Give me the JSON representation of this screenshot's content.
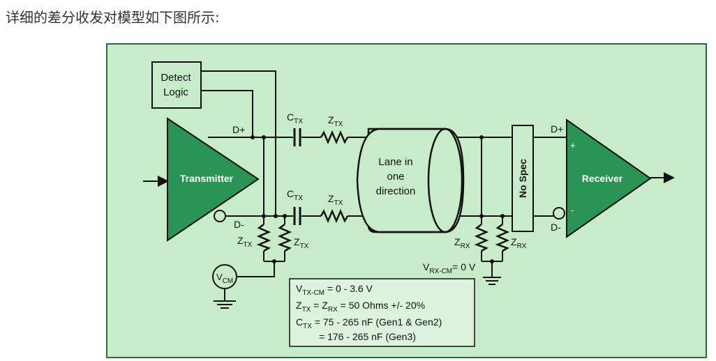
{
  "intro_text": "详细的差分收发对模型如下图所示:",
  "diagram": {
    "detect_logic": [
      "Detect",
      "Logic"
    ],
    "transmitter": "Transmitter",
    "receiver": "Receiver",
    "lane": [
      "Lane in",
      "one",
      "direction"
    ],
    "no_spec": "No Spec",
    "d_plus_tx": "D+",
    "d_minus_tx": "D-",
    "d_plus_rx": "D+",
    "d_minus_rx": "D-",
    "plus_sign": "+",
    "minus_sign": "-",
    "c_letter": "C",
    "z_letter": "Z",
    "v_letter": "V",
    "tx_sub": "TX",
    "rx_sub": "RX",
    "cm_sub": "CM",
    "vrx_sub": "RX-CM",
    "vrx_value": "= 0 V",
    "notes": {
      "line1_sub": "TX-CM",
      "line1_val": "= 0 - 3.6 V",
      "line2_mid": " = Z",
      "line2_val": " = 50 Ohms +/- 20%",
      "line3_val": " = 75 - 265 nF (Gen1 & Gen2)",
      "line4": "= 176 - 265 nF (Gen3)"
    },
    "colors": {
      "background": "#c8ecca",
      "frame": "#2e6b3a",
      "amplifier": "#2a9455",
      "note_box": "#ddf3de"
    }
  }
}
